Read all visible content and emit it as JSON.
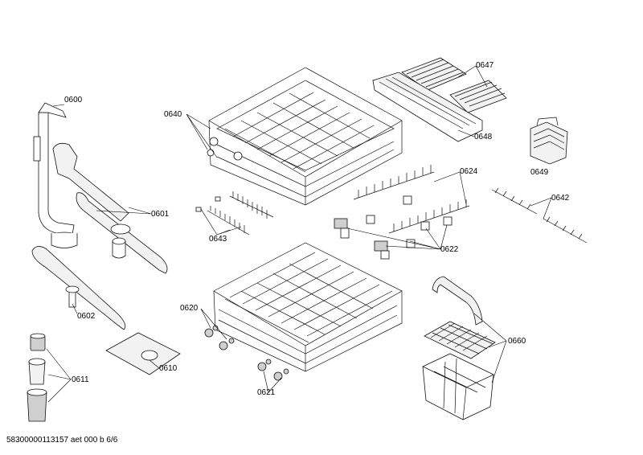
{
  "labels": {
    "p0600": "0600",
    "p0601": "0601",
    "p0602": "0602",
    "p0611": "0611",
    "p0610": "0610",
    "p0640": "0640",
    "p0643": "0643",
    "p0620": "0620",
    "p0621": "0621",
    "p0647": "0647",
    "p0648": "0648",
    "p0649": "0649",
    "p0624": "0624",
    "p0642": "0642",
    "p0622": "0622",
    "p0660": "0660"
  },
  "footer": "58300000113157 aet 000 b 6/6"
}
